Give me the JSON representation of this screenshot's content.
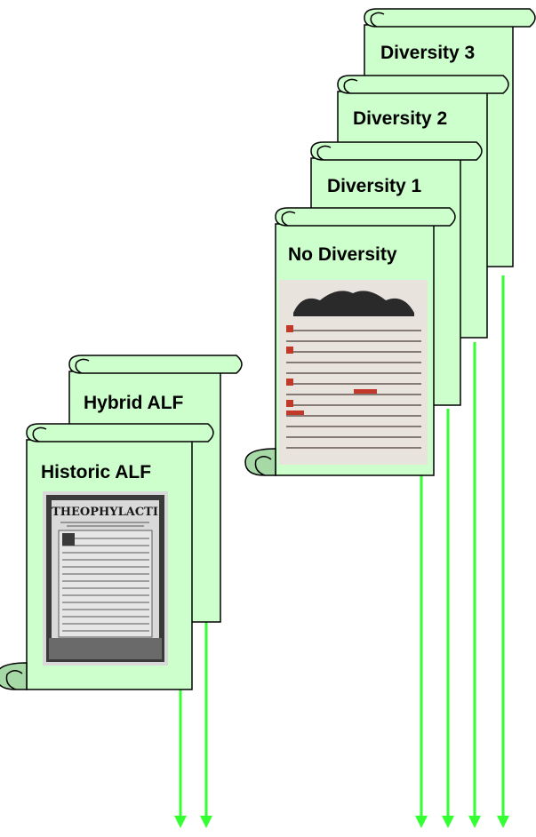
{
  "diagram": {
    "scrolls": [
      {
        "id": "diversity-3",
        "title": "Diversity 3"
      },
      {
        "id": "diversity-2",
        "title": "Diversity 2"
      },
      {
        "id": "diversity-1",
        "title": "Diversity 1"
      },
      {
        "id": "no-diversity",
        "title": "No Diversity"
      },
      {
        "id": "hybrid-alf",
        "title": "Hybrid ALF"
      },
      {
        "id": "historic-alf",
        "title": "Historic ALF"
      }
    ],
    "images": {
      "historic_page_heading": "THEOPHYLACTI",
      "historic_page_style": "engraved title page with woodcut border",
      "no_diversity_page_style": "old Cyrillic manuscript page with red initials and ornamental headpiece"
    },
    "colors": {
      "scroll_fill": "#ccffcc",
      "scroll_curl": "#a7d9a7",
      "arrow": "#33ff33"
    }
  }
}
